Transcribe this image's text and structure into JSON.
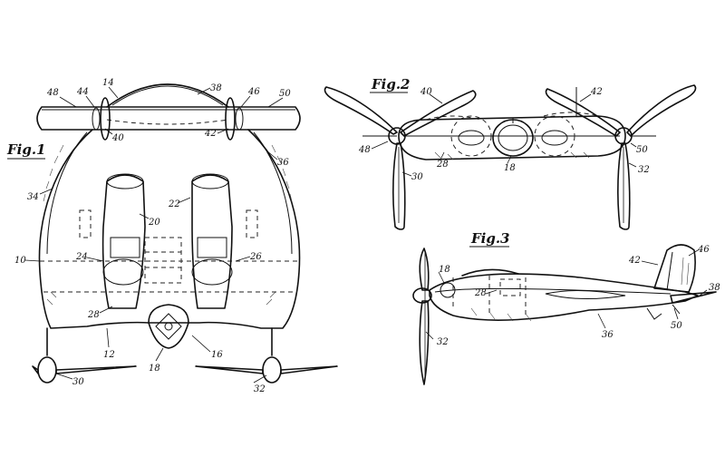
{
  "figures": {
    "fig1": {
      "title": "Fig.1",
      "labels": {
        "l48": "48",
        "l44": "44",
        "l14": "14",
        "l38": "38",
        "l46": "46",
        "l50": "50",
        "l40": "40",
        "l42": "42",
        "l36": "36",
        "l34": "34",
        "l22": "22",
        "l20": "20",
        "l10": "10",
        "l24": "24",
        "l26": "26",
        "l28": "28",
        "l12": "12",
        "l16": "16",
        "l18": "18",
        "l30": "30",
        "l32": "32"
      }
    },
    "fig2": {
      "title": "Fig.2",
      "labels": {
        "l40": "40",
        "l42": "42",
        "l48": "48",
        "l28": "28",
        "l18": "18",
        "l50": "50",
        "l30": "30",
        "l32": "32"
      }
    },
    "fig3": {
      "title": "Fig.3",
      "labels": {
        "l42": "42",
        "l46": "46",
        "l18": "18",
        "l28": "28",
        "l38": "38",
        "l50": "50",
        "l32": "32",
        "l36": "36"
      }
    }
  }
}
